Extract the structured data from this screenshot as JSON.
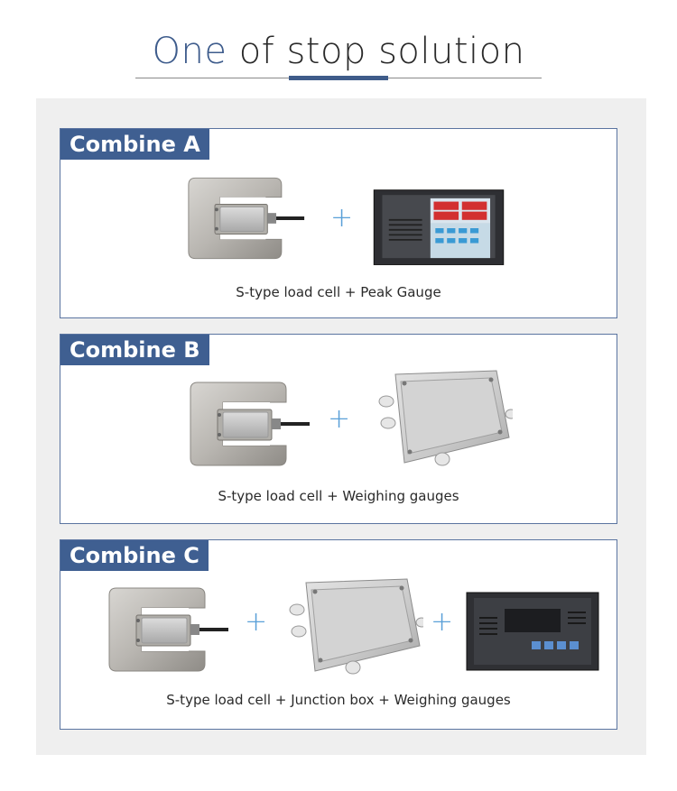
{
  "header": {
    "title_accent": "One",
    "title_rest": " of stop solution"
  },
  "combos": [
    {
      "label": "Combine A",
      "caption": "S-type load cell + Peak Gauge"
    },
    {
      "label": "Combine B",
      "caption": "S-type load cell + Weighing gauges"
    },
    {
      "label": "Combine C",
      "caption": "S-type load cell + Junction box + Weighing gauges"
    }
  ],
  "plus_symbol": "+",
  "colors": {
    "accent": "#3f5f91",
    "plus": "#5aa0d8",
    "panel": "#efefef",
    "border": "#5a74a0"
  },
  "icons": [
    "s-type-load-cell-icon",
    "peak-gauge-icon",
    "junction-box-icon",
    "weighing-gauge-icon"
  ]
}
